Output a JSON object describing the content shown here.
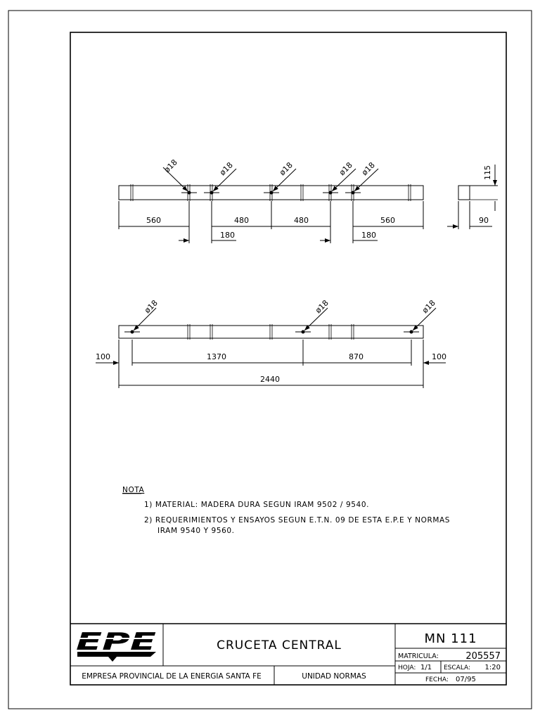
{
  "drawing": {
    "top_view": {
      "holes": [
        "ø18",
        "ø18",
        "ø18",
        "ø18",
        "ø18"
      ],
      "dims": [
        "560",
        "480",
        "480",
        "560",
        "180",
        "180"
      ]
    },
    "section": {
      "dims": [
        "115",
        "90"
      ]
    },
    "front_view": {
      "holes": [
        "ø18",
        "ø18",
        "ø18"
      ],
      "dims": [
        "100",
        "1370",
        "870",
        "100",
        "2440"
      ]
    }
  },
  "note": {
    "heading": "NOTA",
    "items": [
      {
        "line1": "1) MATERIAL: MADERA DURA SEGUN IRAM 9502 / 9540.",
        "line2": ""
      },
      {
        "line1": "2) REQUERIMIENTOS Y ENSAYOS SEGUN E.T.N. 09 DE ESTA E.P.E Y NORMAS",
        "line2": "IRAM 9540 Y 9560."
      }
    ]
  },
  "title_block": {
    "logo_text": "EPE",
    "title": "CRUCETA CENTRAL",
    "code": "MN  111",
    "matricula_label": "MATRICULA:",
    "matricula_value": "205557",
    "hoja_label": "HOJA:",
    "hoja_value": "1/1",
    "escala_label": "ESCALA:",
    "escala_value": "1:20",
    "fecha_label": "FECHA:",
    "fecha_value": "07/95",
    "company": "EMPRESA PROVINCIAL DE LA ENERGIA SANTA FE",
    "unit": "UNIDAD NORMAS"
  }
}
